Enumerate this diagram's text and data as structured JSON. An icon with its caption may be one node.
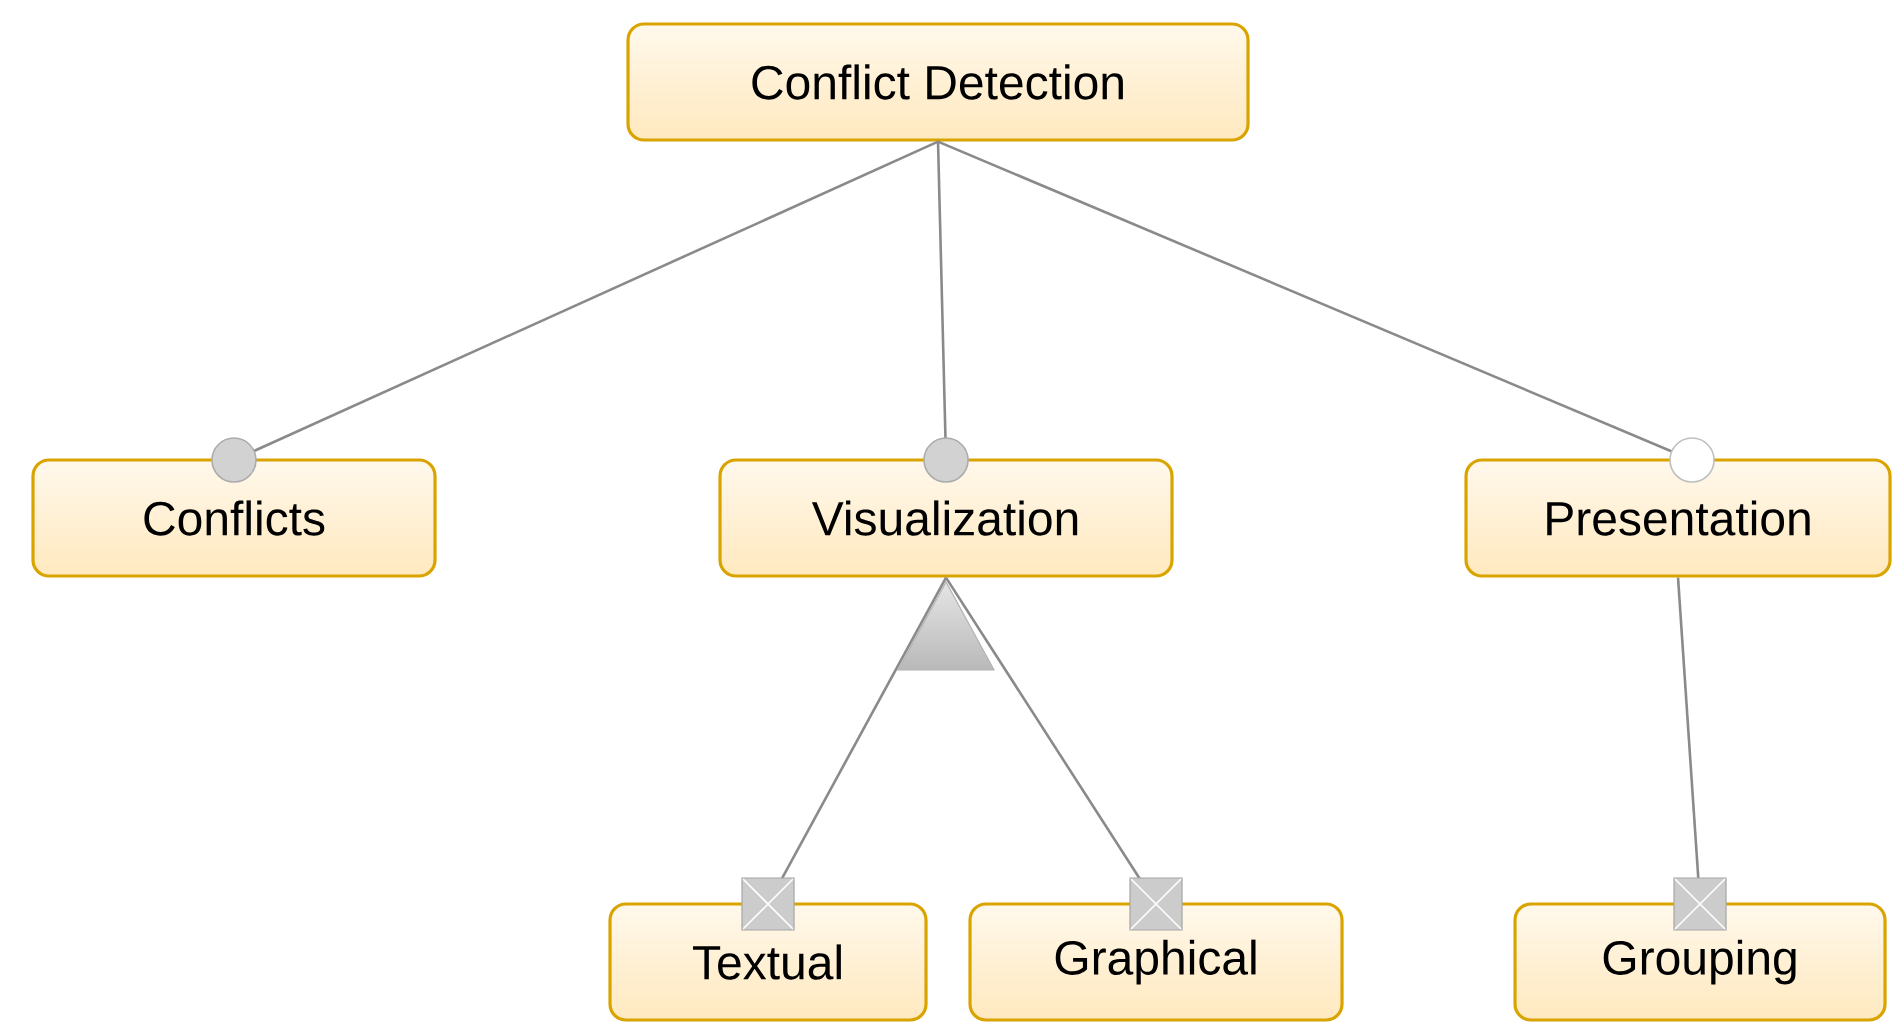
{
  "diagram": {
    "nodes": [
      {
        "text": [
          "Conflict Detection"
        ]
      },
      {
        "text": [
          "Conflicts"
        ]
      },
      {
        "text": [
          "Visualization"
        ]
      },
      {
        "text": [
          "Presentation"
        ]
      },
      {
        "text": [
          "Textual"
        ]
      },
      {
        "text": [
          "Graphical"
        ]
      },
      {
        "text": [
          "Grouping"
        ]
      }
    ],
    "edges": [
      {
        "from": 0,
        "to": 1,
        "arrow": "other"
      },
      {
        "from": 0,
        "to": 2,
        "arrow": "other"
      },
      {
        "from": 0,
        "to": 3,
        "arrow": "other"
      },
      {
        "from": 2,
        "to": 4,
        "arrow": "other"
      },
      {
        "from": 2,
        "to": 5,
        "arrow": "other"
      },
      {
        "from": 3,
        "to": 6,
        "arrow": "other"
      }
    ]
  }
}
